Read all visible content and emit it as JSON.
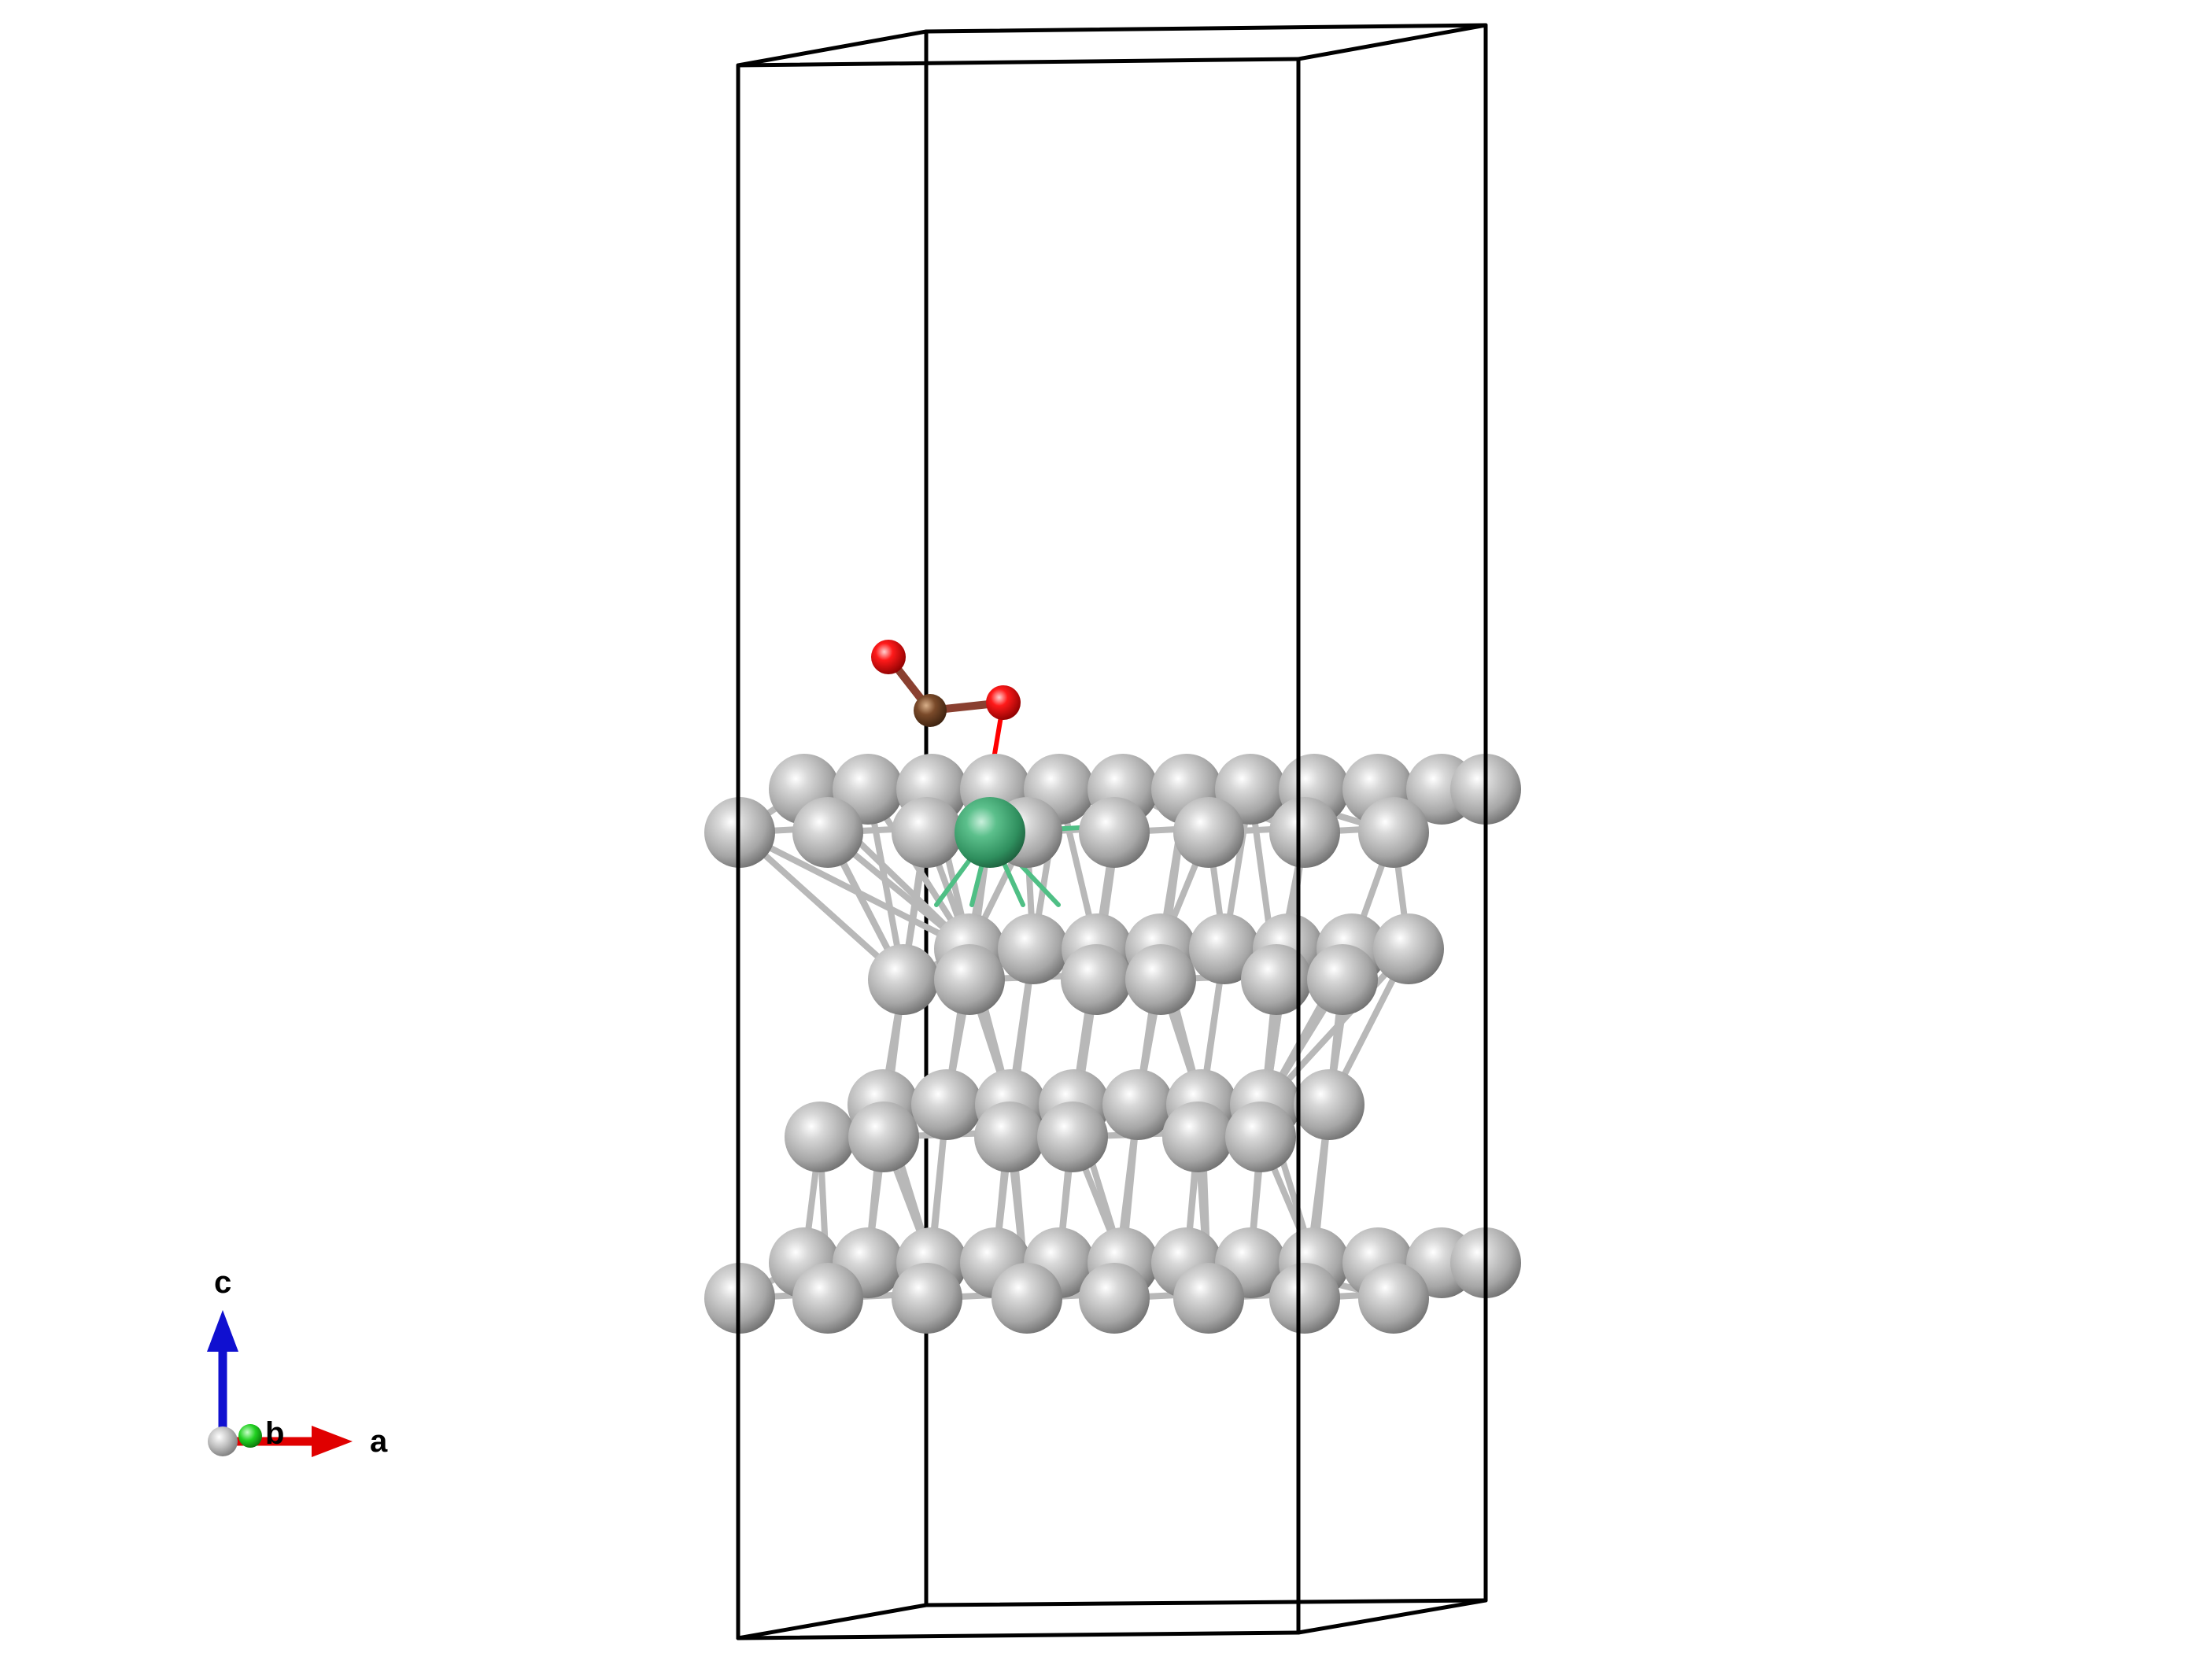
{
  "axes": {
    "a": {
      "label": "a",
      "color": "#e00000"
    },
    "b": {
      "label": "b",
      "color": "#20c020"
    },
    "c": {
      "label": "c",
      "color": "#1010d0"
    }
  },
  "colors": {
    "cell_edge": "#000000",
    "host_atom": "#b0b0b0",
    "dopant_atom": "#3aa870",
    "carbon_atom": "#7a4a2a",
    "oxygen_atom": "#ff0000",
    "host_bond": "#b8b8b8",
    "dopant_bond": "#4fbf85"
  }
}
